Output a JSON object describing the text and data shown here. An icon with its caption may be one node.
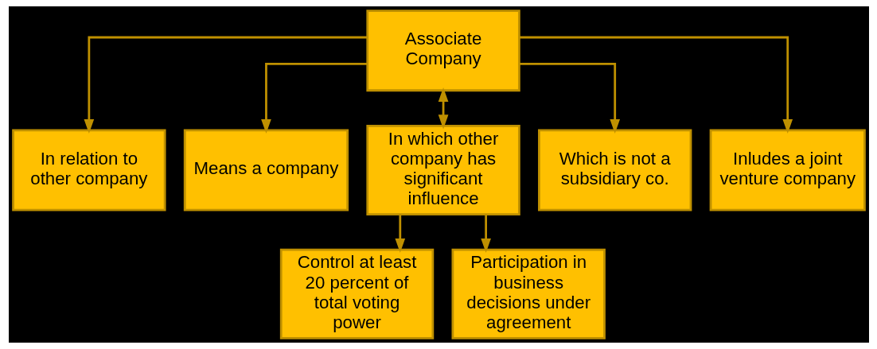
{
  "diagram": {
    "nodes": [
      {
        "text": [
          "Associate Company"
        ]
      },
      {
        "text": [
          "In relation to other company"
        ]
      },
      {
        "text": [
          "Means a company"
        ]
      },
      {
        "text": [
          "In which other company has significant influence"
        ]
      },
      {
        "text": [
          "Which is not a subsidiary co."
        ]
      },
      {
        "text": [
          "Inludes a joint venture company"
        ]
      },
      {
        "text": [
          "Control at least 20 percent of total voting power"
        ]
      },
      {
        "text": [
          "Participation in business decisions under agreement"
        ]
      }
    ],
    "edges": [
      {
        "from": 0,
        "to": 1,
        "arrow": "to"
      },
      {
        "from": 0,
        "to": 2,
        "arrow": "to"
      },
      {
        "from": 0,
        "to": 3,
        "arrow": "both"
      },
      {
        "from": 0,
        "to": 4,
        "arrow": "to"
      },
      {
        "from": 0,
        "to": 5,
        "arrow": "to"
      },
      {
        "from": 3,
        "to": 6,
        "arrow": "to"
      },
      {
        "from": 3,
        "to": 7,
        "arrow": "to"
      }
    ]
  }
}
